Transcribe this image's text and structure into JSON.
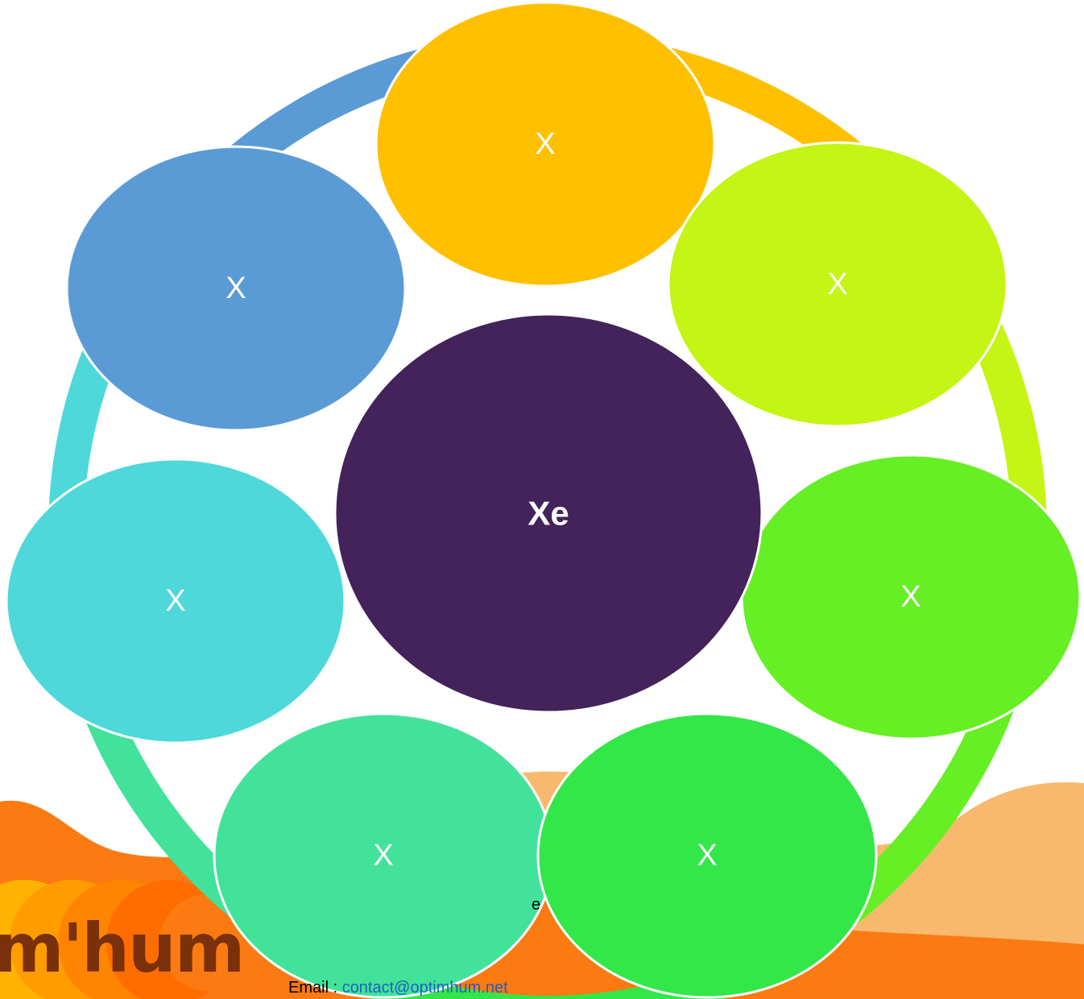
{
  "diagram": {
    "center": {
      "label": "Xe",
      "color": "#43235a"
    },
    "ring": [
      {
        "label": "X",
        "color": "#ffc000",
        "name": "top"
      },
      {
        "label": "X",
        "color": "#c4f515",
        "name": "upper-right"
      },
      {
        "label": "X",
        "color": "#66ef24",
        "name": "right"
      },
      {
        "label": "X",
        "color": "#33e748",
        "name": "lower-right"
      },
      {
        "label": "X",
        "color": "#42e29b",
        "name": "lower-left"
      },
      {
        "label": "X",
        "color": "#4fd8da",
        "name": "left"
      },
      {
        "label": "X",
        "color": "#5b9bd5",
        "name": "upper-left"
      }
    ]
  },
  "footer": {
    "logo_text": "m'hum",
    "email_prefix": "Email : ",
    "email_address": "contact@optimhum.net",
    "clipped_text": "e"
  }
}
